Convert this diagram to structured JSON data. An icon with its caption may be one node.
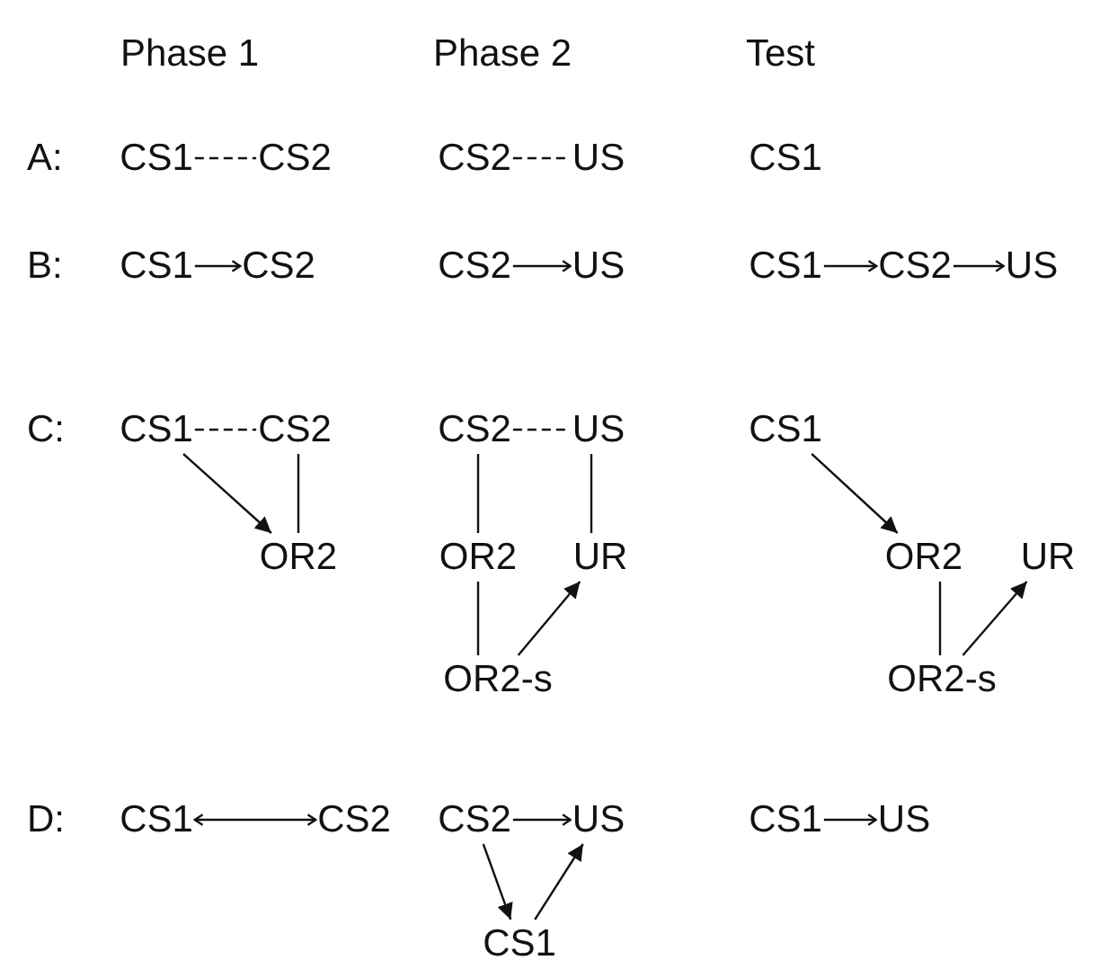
{
  "diagram": {
    "nodes": [
      {
        "text": [
          "CS1"
        ]
      },
      {
        "text": [
          "CS2"
        ]
      },
      {
        "text": [
          "CS2"
        ]
      },
      {
        "text": [
          "US"
        ]
      },
      {
        "text": [
          "CS1"
        ]
      },
      {
        "text": [
          "CS1"
        ]
      },
      {
        "text": [
          "CS2"
        ]
      },
      {
        "text": [
          "CS2"
        ]
      },
      {
        "text": [
          "US"
        ]
      },
      {
        "text": [
          "CS1"
        ]
      },
      {
        "text": [
          "CS2"
        ]
      },
      {
        "text": [
          "US"
        ]
      },
      {
        "text": [
          "CS1"
        ]
      },
      {
        "text": [
          "CS2"
        ]
      },
      {
        "text": [
          "CS2"
        ]
      },
      {
        "text": [
          "US"
        ]
      },
      {
        "text": [
          "CS1"
        ]
      },
      {
        "text": [
          "OR2"
        ]
      },
      {
        "text": [
          "OR2"
        ]
      },
      {
        "text": [
          "UR"
        ]
      },
      {
        "text": [
          "OR2"
        ]
      },
      {
        "text": [
          "UR"
        ]
      },
      {
        "text": [
          "OR2-s"
        ]
      },
      {
        "text": [
          "OR2-s"
        ]
      },
      {
        "text": [
          "CS1"
        ]
      },
      {
        "text": [
          "CS2"
        ]
      },
      {
        "text": [
          "CS2"
        ]
      },
      {
        "text": [
          "US"
        ]
      },
      {
        "text": [
          "CS1"
        ]
      },
      {
        "text": [
          "US"
        ]
      },
      {
        "text": [
          "CS1"
        ]
      }
    ],
    "edges": [
      {
        "from": 0,
        "to": 1,
        "arrow": "none",
        "style": "dashed"
      },
      {
        "from": 2,
        "to": 3,
        "arrow": "none",
        "style": "dashed"
      },
      {
        "from": 5,
        "to": 6,
        "arrow": "to"
      },
      {
        "from": 7,
        "to": 8,
        "arrow": "to"
      },
      {
        "from": 9,
        "to": 10,
        "arrow": "to"
      },
      {
        "from": 10,
        "to": 11,
        "arrow": "to"
      },
      {
        "from": 12,
        "to": 13,
        "arrow": "none",
        "style": "dashed"
      },
      {
        "from": 12,
        "to": 17,
        "arrow": "to"
      },
      {
        "from": 13,
        "to": 17,
        "arrow": "none"
      },
      {
        "from": 14,
        "to": 15,
        "arrow": "none",
        "style": "dashed"
      },
      {
        "from": 14,
        "to": 18,
        "arrow": "none"
      },
      {
        "from": 15,
        "to": 19,
        "arrow": "none"
      },
      {
        "from": 18,
        "to": 22,
        "arrow": "none"
      },
      {
        "from": 22,
        "to": 19,
        "arrow": "to"
      },
      {
        "from": 16,
        "to": 20,
        "arrow": "to"
      },
      {
        "from": 20,
        "to": 23,
        "arrow": "none"
      },
      {
        "from": 23,
        "to": 21,
        "arrow": "to"
      },
      {
        "from": 24,
        "to": 25,
        "arrow": "both"
      },
      {
        "from": 26,
        "to": 27,
        "arrow": "to"
      },
      {
        "from": 26,
        "to": 30,
        "arrow": "to"
      },
      {
        "from": 30,
        "to": 27,
        "arrow": "to"
      },
      {
        "from": 28,
        "to": 29,
        "arrow": "to"
      }
    ],
    "labels": [
      "Phase 1",
      "Phase 2",
      "Test",
      "A:",
      "B:",
      "C:",
      "D:"
    ]
  }
}
